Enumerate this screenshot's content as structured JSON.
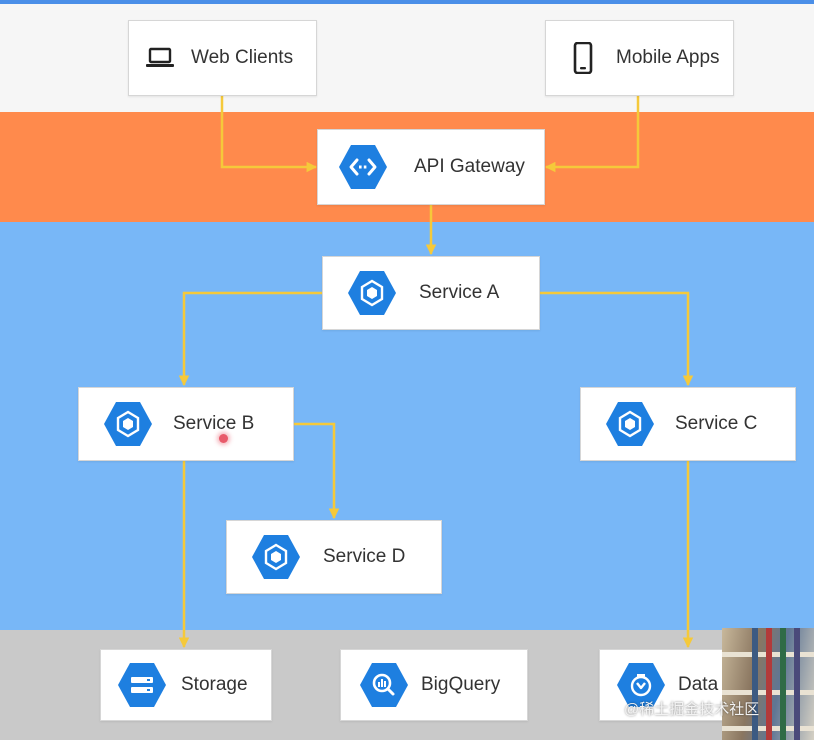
{
  "colors": {
    "clients_band": "#f6f6f6",
    "gateway_band": "#ff8a4c",
    "services_band": "#78b7f7",
    "data_band": "#c9c9c9",
    "connector": "#f5c93a",
    "icon_blue": "#1e7fe0"
  },
  "nodes": {
    "web_clients": {
      "label": "Web Clients",
      "icon": "laptop-icon"
    },
    "mobile_apps": {
      "label": "Mobile Apps",
      "icon": "smartphone-icon"
    },
    "api_gateway": {
      "label": "API Gateway",
      "icon": "api-gateway-icon"
    },
    "service_a": {
      "label": "Service A",
      "icon": "kubernetes-engine-icon"
    },
    "service_b": {
      "label": "Service B",
      "icon": "kubernetes-engine-icon"
    },
    "service_c": {
      "label": "Service C",
      "icon": "kubernetes-engine-icon"
    },
    "service_d": {
      "label": "Service D",
      "icon": "kubernetes-engine-icon"
    },
    "storage": {
      "label": "Storage",
      "icon": "storage-icon"
    },
    "bigquery": {
      "label": "BigQuery",
      "icon": "bigquery-icon"
    },
    "datastore": {
      "label": "Data",
      "icon": "datastore-icon"
    }
  },
  "edges": [
    [
      "web_clients",
      "api_gateway"
    ],
    [
      "mobile_apps",
      "api_gateway"
    ],
    [
      "api_gateway",
      "service_a"
    ],
    [
      "service_a",
      "service_b"
    ],
    [
      "service_a",
      "service_c"
    ],
    [
      "service_b",
      "service_d"
    ],
    [
      "service_b",
      "storage"
    ],
    [
      "service_c",
      "datastore"
    ]
  ],
  "watermark": "@稀土掘金技术社区"
}
